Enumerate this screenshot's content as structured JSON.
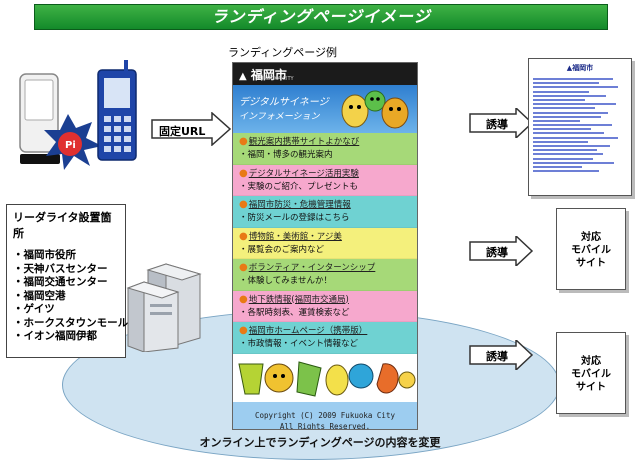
{
  "title": "ランディングページイメージ",
  "landing": {
    "caption": "ランディングページ例",
    "header_title": "福岡市",
    "header_sub": "FUKUOKA CITY",
    "hero_line1": "デジタルサイネージ",
    "hero_line2": "インフォメーション",
    "items": [
      {
        "head": "観光案内携帯サイトよかなび",
        "sub": "・福岡・博多の観光案内",
        "bg": "#a6d978"
      },
      {
        "head": "デジタルサイネージ活用実験",
        "sub": "・実験のご紹介、プレゼントも",
        "bg": "#f6a8cd"
      },
      {
        "head": "福岡市防災・危機管理情報",
        "sub": "・防災メールの登録はこちら",
        "bg": "#6fd2d2"
      },
      {
        "head": "博物館・美術館・アジ美",
        "sub": "・展覧会のご案内など",
        "bg": "#f4f07c"
      },
      {
        "head": "ボランティア・インターンシップ",
        "sub": "・体験してみませんか！",
        "bg": "#a6d978"
      },
      {
        "head": "地下鉄情報(福岡市交通局)",
        "sub": "・各駅時刻表、運賃検索など",
        "bg": "#f6a8cd"
      },
      {
        "head": "福岡市ホームページ（携帯版）",
        "sub": "・市政情報・イベント情報など",
        "bg": "#6fd2d2"
      }
    ],
    "footer_line1": "Copyright (C) 2009 Fukuoka City",
    "footer_line2": "All Rights Reserved."
  },
  "fixed_url": "固定URL",
  "readers": {
    "title": "リーダライタ設置箇所",
    "items": [
      "・福岡市役所",
      "・天神バスセンター",
      "・福岡交通センター",
      "・福岡空港",
      "・ゲイツ",
      "・ホークスタウンモール",
      "・イオン福岡伊都"
    ]
  },
  "guide_label": "誘導",
  "pc_page": {
    "title": "福岡市"
  },
  "mobile_site_label_1": "対応",
  "mobile_site_label_2": "モバイル",
  "mobile_site_label_3": "サイト",
  "ellipse_label": "オンライン上でランディングページの内容を変更",
  "colors": {
    "banner": "#1f9a35",
    "ellipse": "#cfe3f1",
    "arrow_fill": "#ffffff",
    "accent_orange": "#e87a15"
  }
}
